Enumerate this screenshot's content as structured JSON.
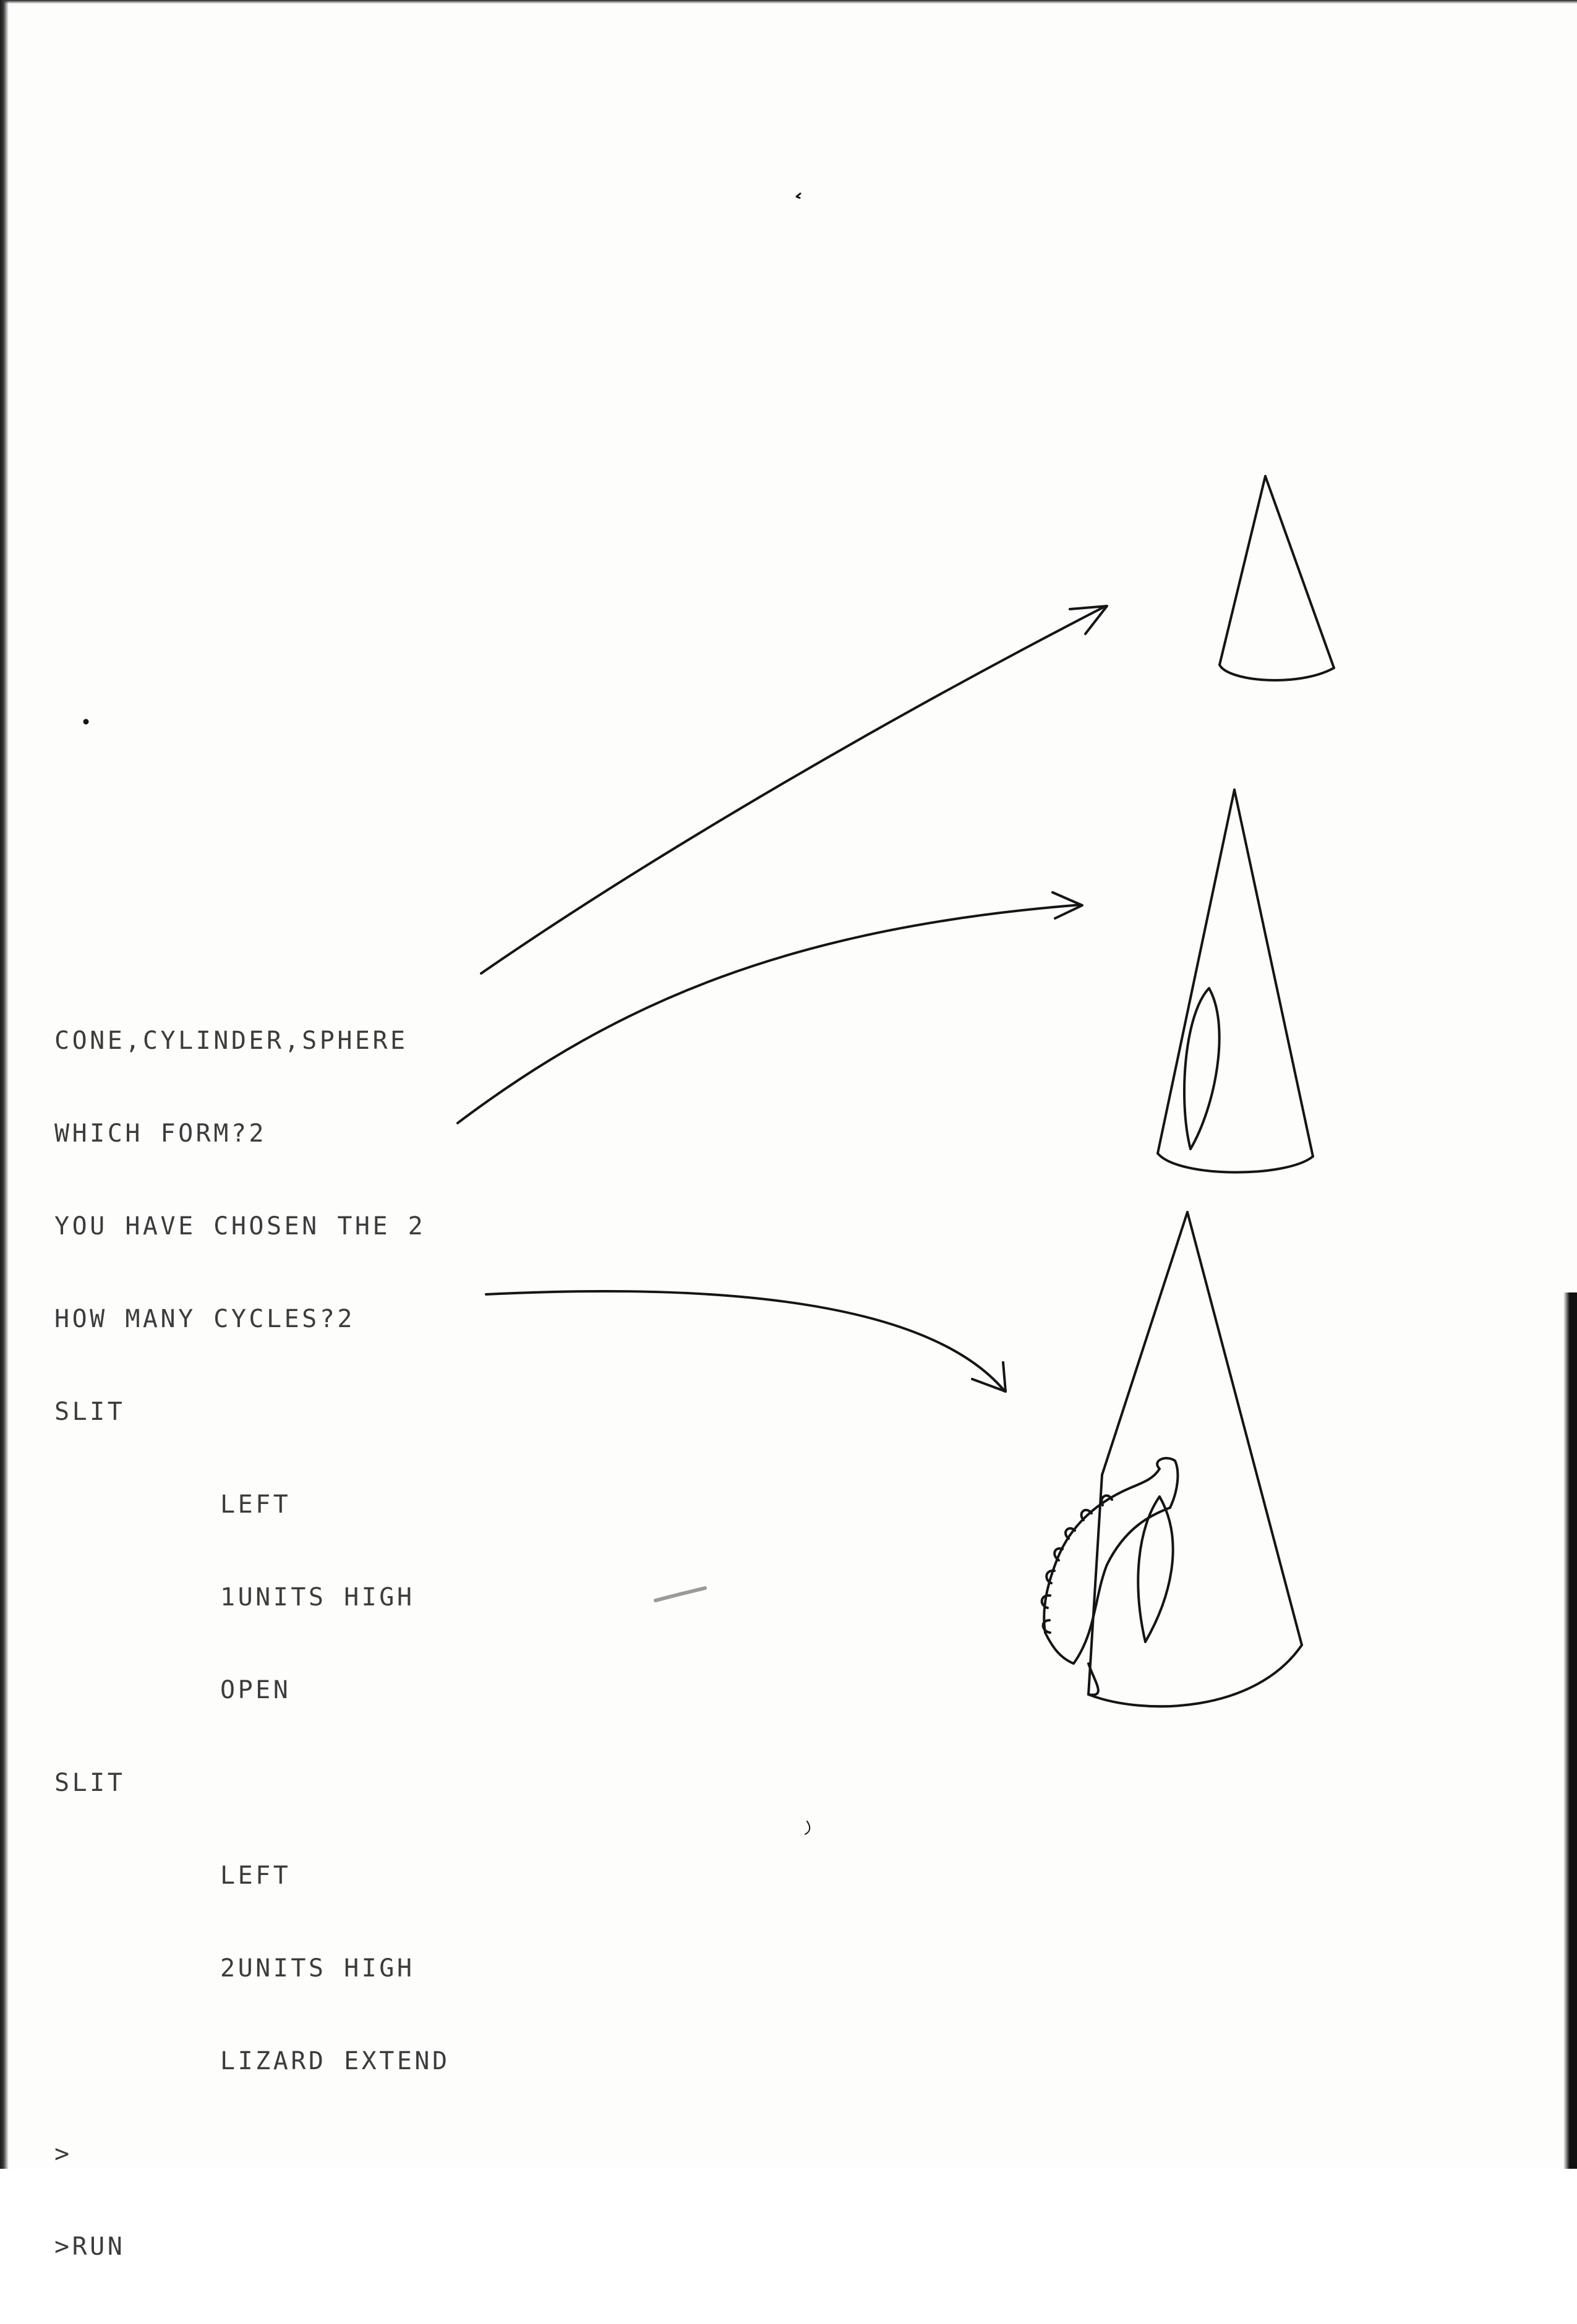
{
  "printout": {
    "lines": [
      "CONE,CYLINDER,SPHERE",
      "WHICH FORM?2",
      "YOU HAVE CHOSEN THE 2",
      "HOW MANY CYCLES?2",
      "SLIT",
      "LEFT",
      "1UNITS HIGH",
      "OPEN",
      "SLIT",
      "LEFT",
      "2UNITS HIGH",
      "LIZARD EXTEND",
      ">",
      ">RUN"
    ]
  },
  "drawings": {
    "cone_1": "plain cone",
    "cone_2": "cone with open slit",
    "cone_3": "cone with lizard extending from slit"
  },
  "colors": {
    "ink": "#151515",
    "type": "#3c3c3c",
    "paper": "#fdfdfc"
  }
}
